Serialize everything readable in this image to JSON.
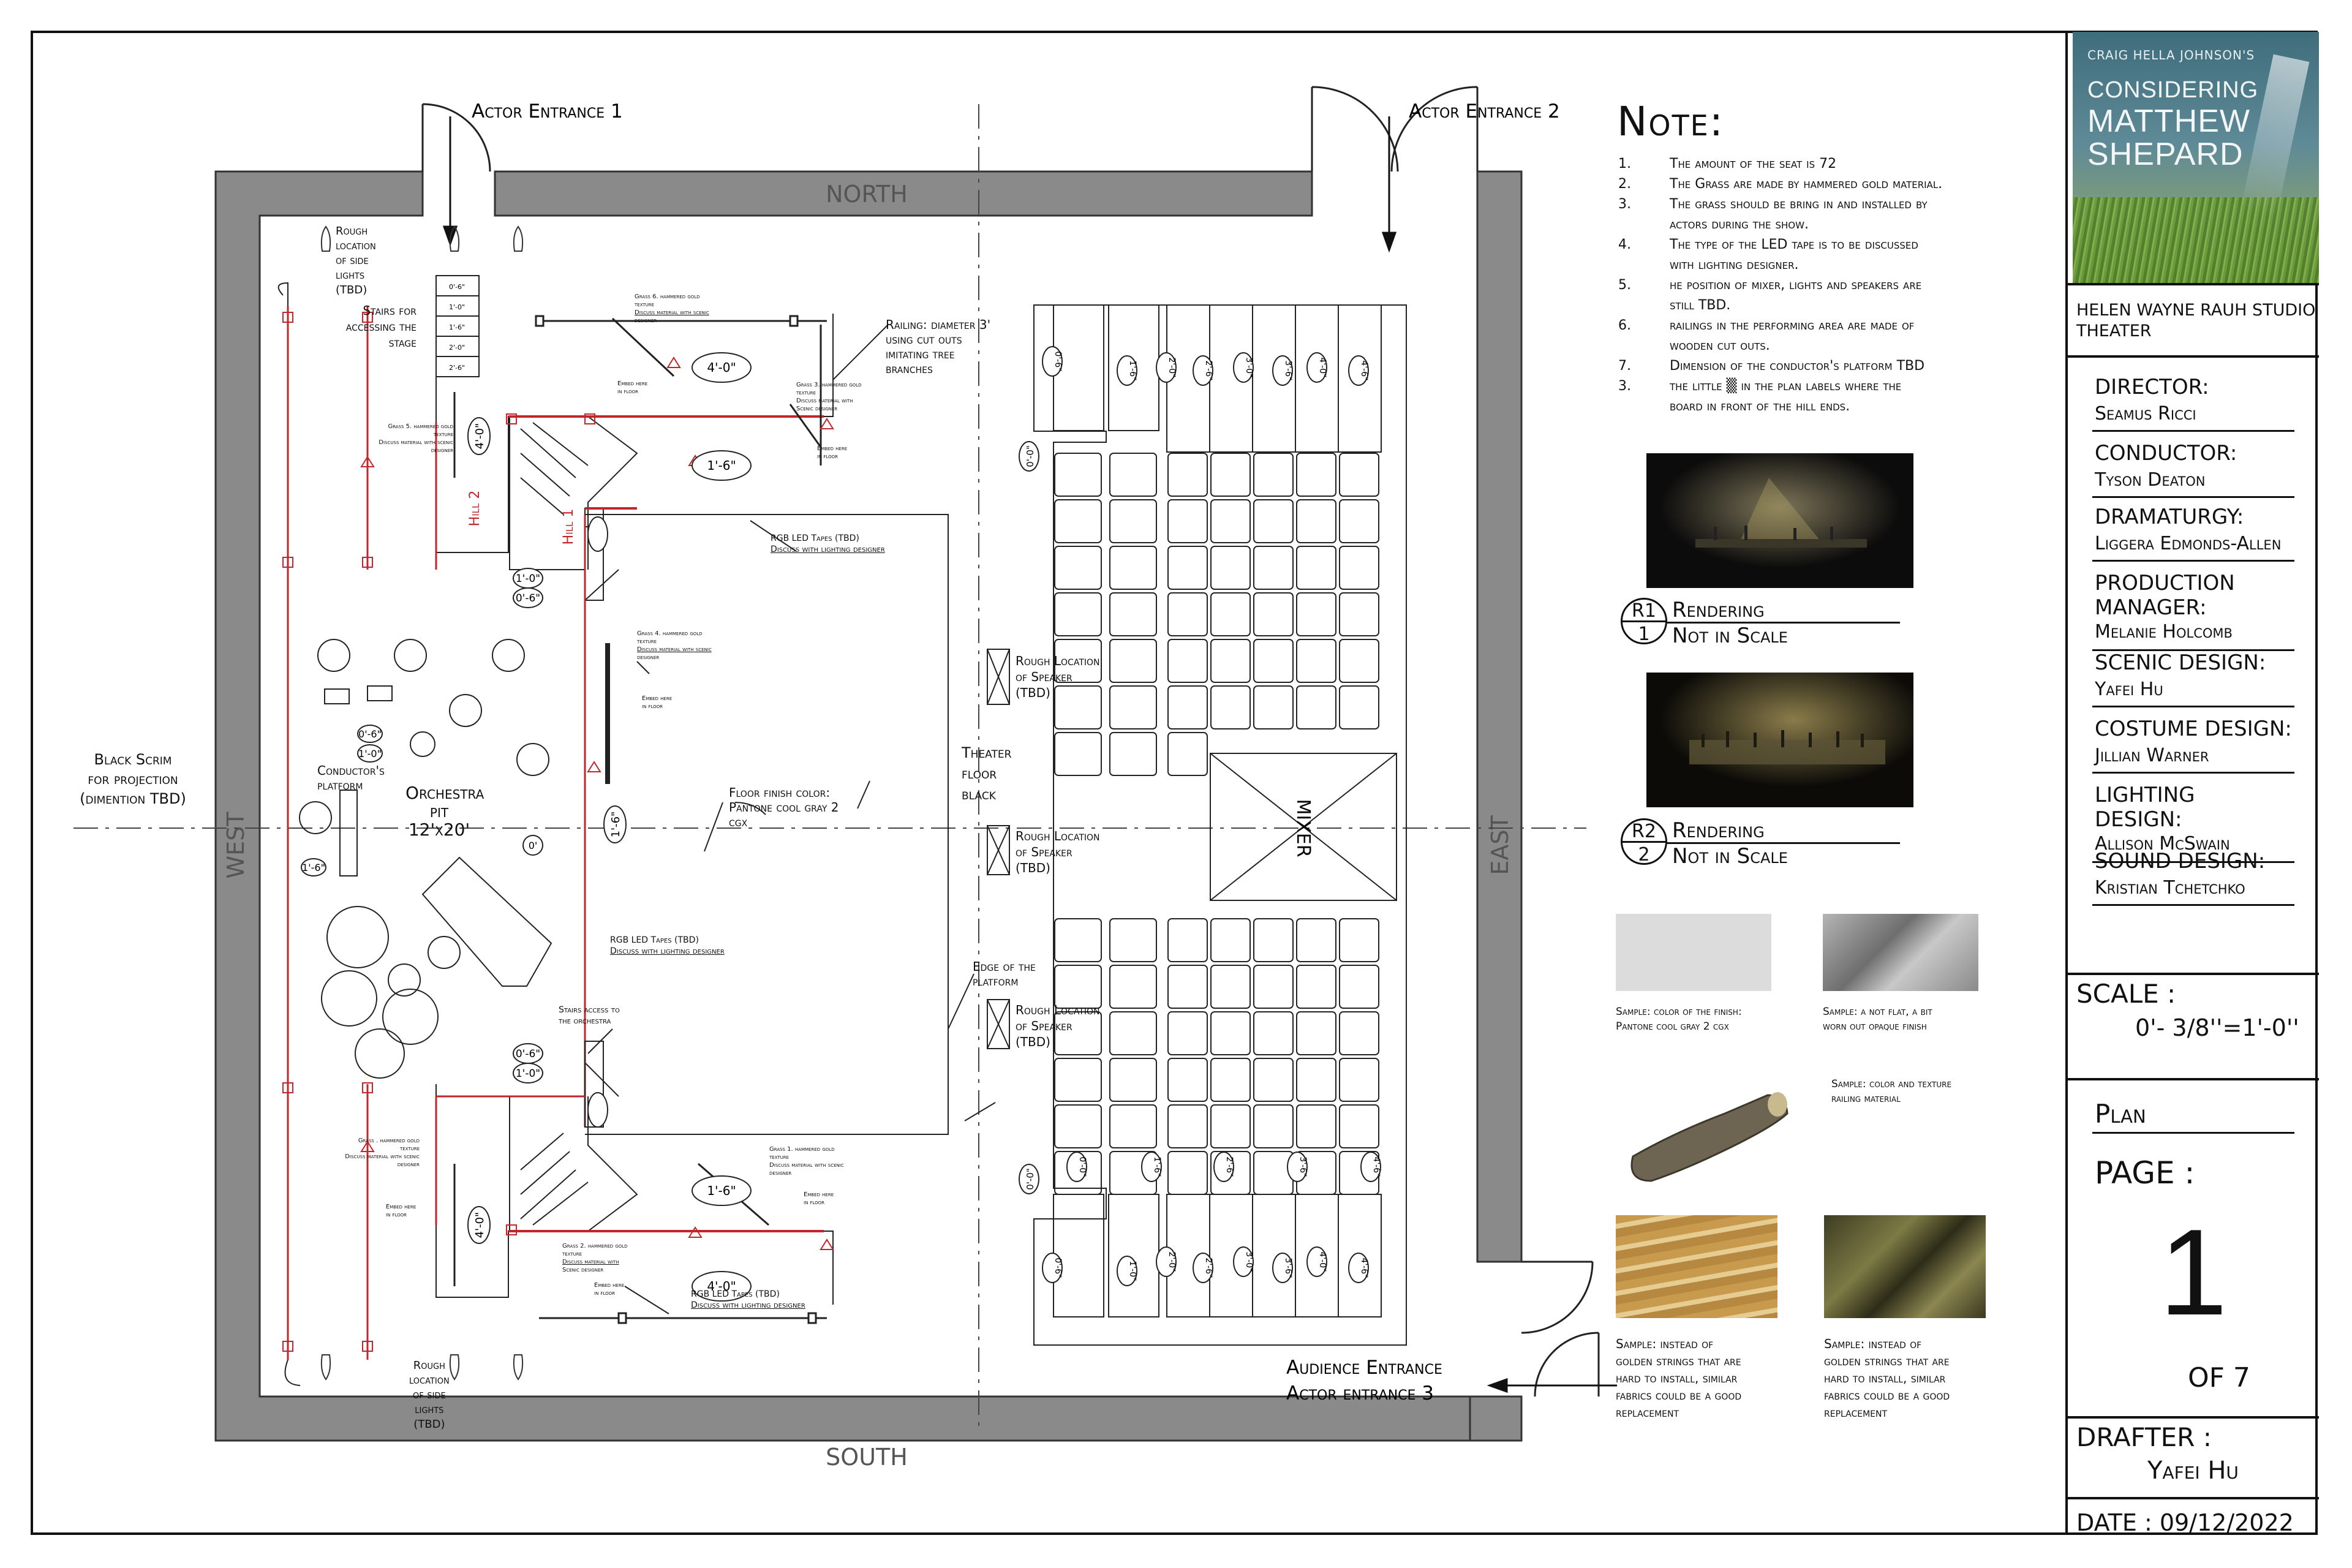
{
  "plan": {
    "entrances": {
      "actor_1": "Actor Entrance 1",
      "actor_2": "Actor Entrance 2",
      "audience": "Audience Entrance",
      "actor_3": "Actor entrance 3"
    },
    "walls": {
      "north": "NORTH",
      "south": "SOUTH",
      "west": "WEST",
      "east": "EAST"
    },
    "labels": {
      "side_lights_top": [
        "Rough",
        "location",
        "of side",
        "lights",
        "(TBD)"
      ],
      "side_lights_bottom": [
        "Rough",
        "location",
        "of side",
        "lights",
        "(TBD)"
      ],
      "stairs_stage": [
        "Stairs for",
        "accessing the",
        "stage"
      ],
      "black_scrim": [
        "Black Scrim",
        "for projection",
        "(dimention TBD)"
      ],
      "conductor_platform": [
        "Conductor's",
        "platform"
      ],
      "orchestra_pit": [
        "Orchestra",
        "pit",
        "12'x20'"
      ],
      "railing": [
        "Railing: diameter 3'",
        "using cut outs",
        "imitating tree",
        "branches"
      ],
      "floor_finish": [
        "Floor finish color:",
        "Pantone cool gray 2",
        "cgx"
      ],
      "theater_floor": [
        "Theater",
        "floor",
        "black"
      ],
      "speaker_1": [
        "Rough Location",
        "of Speaker",
        "(TBD)"
      ],
      "speaker_2": [
        "Rough Location",
        "of Speaker",
        "(TBD)"
      ],
      "speaker_3": [
        "Rough Location",
        "of Speaker",
        "(TBD)"
      ],
      "edge_platform": [
        "Edge of the",
        "platform"
      ],
      "stairs_orchestra": [
        "Stairs access to",
        "the orchestra"
      ],
      "mixer": "MIXER",
      "hill_1": "Hill 1",
      "hill_2": "Hill 2",
      "rgb_led_1": [
        "RGB LED Tapes (TBD)",
        "Discuss with lighting designer"
      ],
      "rgb_led_2": [
        "RGB LED Tapes (TBD)",
        "Discuss with lighting designer"
      ],
      "rgb_led_3": [
        "RGB LED Tapes (TBD)",
        "Discuss with lighting designer"
      ],
      "grass_1": [
        "Grass 1. hammered gold",
        "texture",
        "Discuss material with scenic",
        "designer"
      ],
      "grass_2": [
        "Grass 2. hammered gold",
        "texture",
        "Discuss material with",
        "Scenic designer"
      ],
      "grass_3": [
        "Grass 3. hammered gold",
        "texture",
        "Discuss material with",
        "Scenic designer"
      ],
      "grass_4": [
        "Grass 4. hammered gold",
        "texture",
        "Discuss material with scenic",
        "designer"
      ],
      "grass_5": [
        "Grass 5. hammered gold",
        "texture",
        "Discuss material with scenic",
        "designer"
      ],
      "grass_6": [
        "Grass 6. hammered gold",
        "texture",
        "Discuss material with scenic",
        "designer"
      ],
      "grass_7": [
        "Grass . hammered gold",
        "texture",
        "Discuss material with scenic",
        "designer"
      ],
      "embed": [
        "Embed here",
        "in floor"
      ]
    },
    "dims": {
      "d40": "4'-0\"",
      "d16": "1'-6\"",
      "d10": "1'-0\"",
      "d06": "0'-6\"",
      "d00": "0'-0\"",
      "d20": "2'-0\"",
      "d26": "2'-6\"",
      "d30": "3'-0\"",
      "d36": "3'-6\"",
      "d46": "4'-6\"",
      "d6": "1'-6\"",
      "d0": "0'"
    }
  },
  "notes": {
    "title": "Note:",
    "items": [
      {
        "num": "1.",
        "lines": [
          "The amount of the seat is 72"
        ]
      },
      {
        "num": "2.",
        "lines": [
          "The Grass are made by hammered gold material."
        ]
      },
      {
        "num": "3.",
        "lines": [
          "The grass should be bring in and installed by",
          "actors during the show."
        ]
      },
      {
        "num": "4.",
        "lines": [
          "The type of the LED tape is to be discussed",
          "with lighting designer."
        ]
      },
      {
        "num": "5.",
        "lines": [
          "he position of mixer, lights and speakers are",
          "still TBD."
        ]
      },
      {
        "num": "6.",
        "lines": [
          "railings in the performing area are made of",
          "wooden cut outs."
        ]
      },
      {
        "num": "7.",
        "lines": [
          "Dimension of the conductor's platform TBD"
        ]
      },
      {
        "num": "3.",
        "lines": [
          "the little ▒ in the plan labels where the",
          "board in front of the hill ends."
        ]
      }
    ]
  },
  "renderings": [
    {
      "tag": "R1",
      "num": "1",
      "title": "Rendering",
      "subtitle": "Not in Scale"
    },
    {
      "tag": "R2",
      "num": "2",
      "title": "Rendering",
      "subtitle": "Not in Scale"
    }
  ],
  "samples": {
    "finish": [
      "Sample: color of the finish:",
      "Pantone cool gray 2 cgx"
    ],
    "not_flat": [
      "Sample: a not flat, a bit",
      "worn out opaque finish"
    ],
    "railing": [
      "Sample: color and texture",
      "railing material"
    ],
    "golden_1": [
      "Sample: instead of",
      "golden strings that are",
      "hard to install, similar",
      "fabrics could be a good",
      "replacement"
    ],
    "golden_2": [
      "Sample: instead of",
      "golden strings that are",
      "hard to install, similar",
      "fabrics could be a good",
      "replacement"
    ]
  },
  "title_block": {
    "poster": {
      "line1": "CRAIG HELLA JOHNSON'S",
      "line2": "CONSIDERING",
      "line3": "MATTHEW",
      "line4": "SHEPARD"
    },
    "theater": [
      "HELEN WAYNE RAUH STUDIO",
      "THEATER"
    ],
    "credits": [
      {
        "role": "DIRECTOR:",
        "name": "Seamus Ricci"
      },
      {
        "role": "CONDUCTOR:",
        "name": "Tyson Deaton"
      },
      {
        "role": "DRAMATURGY:",
        "name": "Liggera Edmonds-Allen"
      },
      {
        "role": "PRODUCTION MANAGER:",
        "name": "Melanie Holcomb"
      },
      {
        "role": "SCENIC DESIGN:",
        "name": "Yafei Hu"
      },
      {
        "role": "COSTUME DESIGN:",
        "name": "Jillian Warner"
      },
      {
        "role": "LIGHTING DESIGN:",
        "name": "Allison McSwain"
      },
      {
        "role": "SOUND DESIGN:",
        "name": "Kristian Tchetchko"
      }
    ],
    "scale_label": "SCALE :",
    "scale_value": "0'- 3/8''=1'-0''",
    "sheet_type": "Plan",
    "page_label": "PAGE :",
    "page_num": "1",
    "page_of": "OF 7",
    "drafter_label": "DRAFTER :",
    "drafter_name": "Yafei Hu",
    "date": "DATE : 09/12/2022"
  },
  "colors": {
    "wall": "#8a8a8a",
    "red": "#c0262b",
    "ink": "#111111"
  }
}
